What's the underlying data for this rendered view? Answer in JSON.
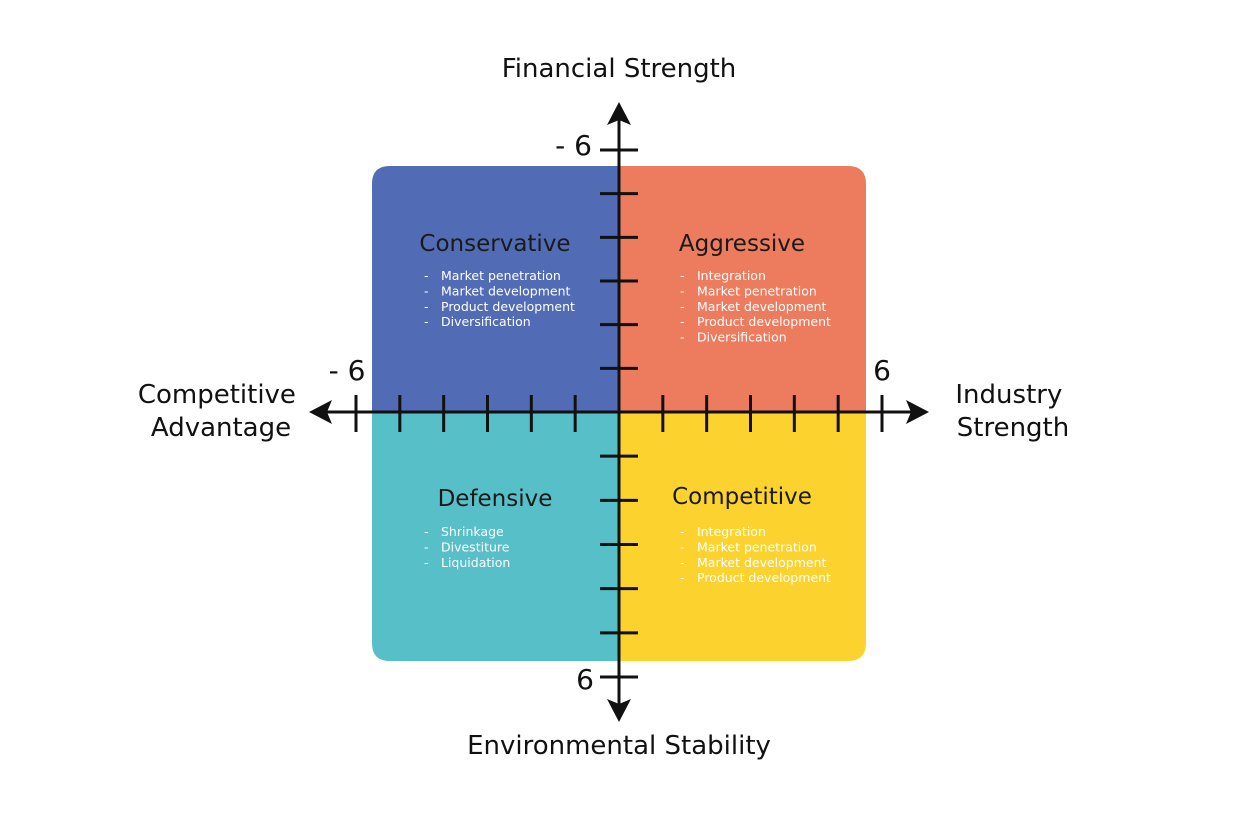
{
  "axes": {
    "top_title": "Financial Strength",
    "bottom_title": "Environmental Stability",
    "left_title": [
      "Competitive",
      "Advantage"
    ],
    "right_title": [
      "Industry",
      "Strength"
    ],
    "top_label": "- 6",
    "bottom_label": "6",
    "left_label": "- 6",
    "right_label": "6"
  },
  "quadrants": [
    {
      "key": "conservative",
      "title": "Conservative",
      "color": "#526bb5",
      "items": [
        "Market penetration",
        "Market development",
        "Product development",
        "Diversification"
      ]
    },
    {
      "key": "aggressive",
      "title": "Aggressive",
      "color": "#ed7b5e",
      "items": [
        "Integration",
        "Market penetration",
        "Market development",
        "Product development",
        "Diversification"
      ]
    },
    {
      "key": "defensive",
      "title": "Defensive",
      "color": "#57bfc8",
      "items": [
        "Shrinkage",
        "Divestiture",
        "Liquidation"
      ]
    },
    {
      "key": "competitive",
      "title": "Competitive",
      "color": "#fcd22f",
      "items": [
        "Integration",
        "Market penetration",
        "Market development",
        "Product development"
      ]
    }
  ],
  "colors": {
    "axis": "#111111",
    "text": "#111111"
  }
}
